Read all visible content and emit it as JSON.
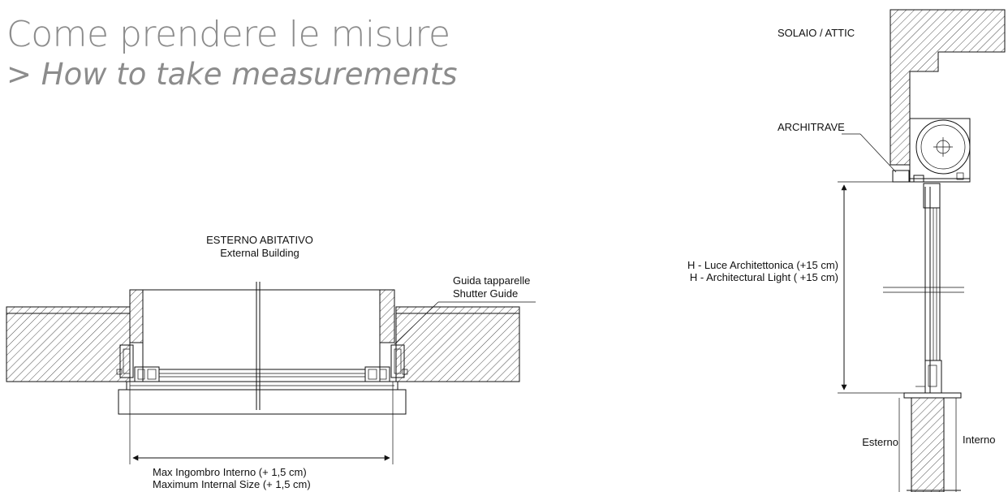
{
  "title": "Come prendere le misure",
  "subtitle": "> How to take measurements",
  "labels": {
    "external_it": "ESTERNO ABITATIVO",
    "external_en": "External Building",
    "guide_it": "Guida tapparelle",
    "guide_en": "Shutter Guide",
    "size_it": "Max Ingombro Interno (+ 1,5 cm)",
    "size_en": "Maximum Internal Size (+ 1,5 cm)",
    "attic": "SOLAIO / ATTIC",
    "lintel": "ARCHITRAVE",
    "height_it": "H - Luce Architettonica (+15 cm)",
    "height_en": "H - Architectural Light  ( +15 cm)",
    "outside": "Esterno",
    "inside": "Interno"
  }
}
